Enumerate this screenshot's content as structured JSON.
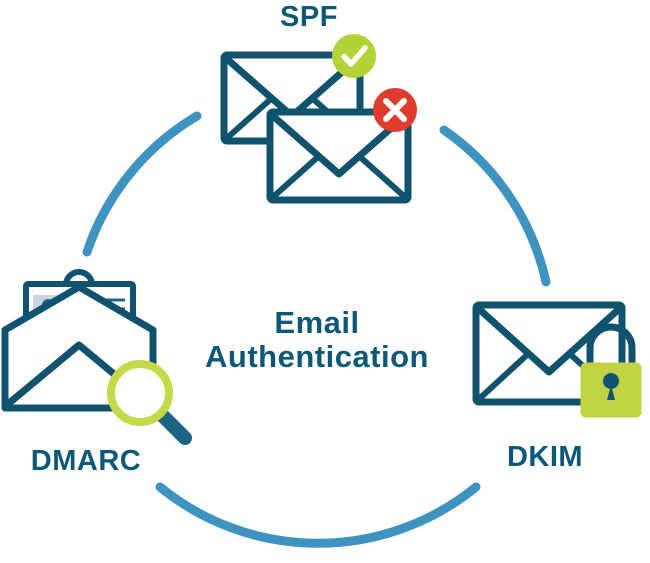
{
  "diagram": {
    "title": "Email Authentication",
    "center_label_line1": "Email",
    "center_label_line2": "Authentication",
    "nodes": [
      {
        "id": "spf",
        "label": "SPF",
        "position": "top",
        "icon": "two-envelopes-with-pass-fail-badges",
        "badges": [
          {
            "id": "pass",
            "icon": "check-circle-icon",
            "color": "#b3d236",
            "mark": "✓"
          },
          {
            "id": "fail",
            "icon": "x-circle-icon",
            "color": "#e03c2d",
            "mark": "✕"
          }
        ]
      },
      {
        "id": "dkim",
        "label": "DKIM",
        "position": "right",
        "icon": "envelope-with-padlock",
        "badges": [
          {
            "id": "lock",
            "icon": "padlock-icon",
            "color": "#c0d342",
            "mark": ""
          }
        ]
      },
      {
        "id": "dmarc",
        "label": "DMARC",
        "position": "left",
        "icon": "open-envelope-with-id-card-and-magnifier",
        "badges": [
          {
            "id": "inspect",
            "icon": "magnifying-glass-icon",
            "color": "#c5d94a",
            "mark": ""
          }
        ]
      }
    ],
    "arcs": [
      {
        "id": "arc-top-left",
        "from": "dmarc",
        "to": "spf"
      },
      {
        "id": "arc-top-right",
        "from": "spf",
        "to": "dkim"
      },
      {
        "id": "arc-bottom",
        "from": "dkim",
        "to": "dmarc"
      }
    ],
    "colors": {
      "outline": "#11536f",
      "label": "#0d5778",
      "arc": "#3f93c0",
      "accent_green": "#c0d342",
      "accent_red": "#e03c2d",
      "paper": "#ffffff",
      "panel_gray": "#ccd4dc",
      "background": "#ffffff"
    }
  }
}
